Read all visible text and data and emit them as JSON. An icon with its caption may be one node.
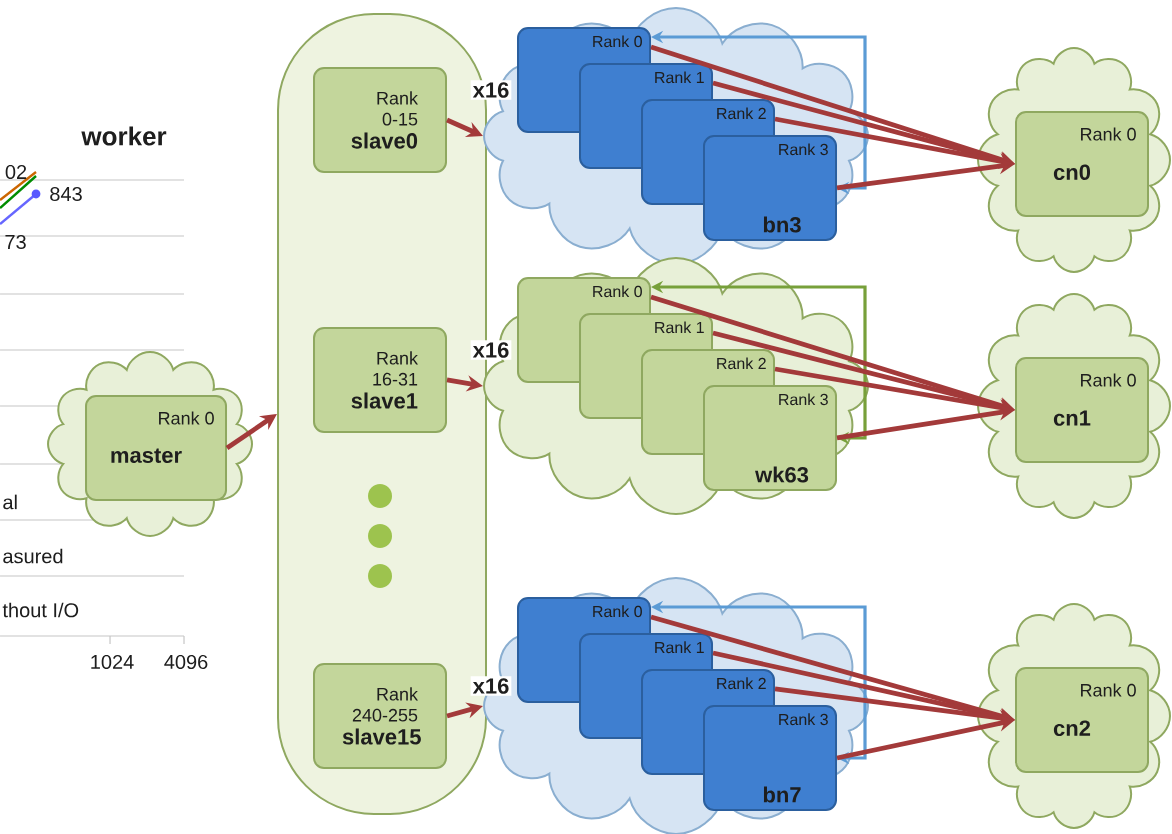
{
  "diagram": {
    "nodes": [
      {
        "text": [],
        "shape": "cloud"
      },
      {
        "text": [
          "Rank 0",
          "master"
        ],
        "in": 0
      },
      {
        "text": [],
        "shape": "oval"
      },
      {
        "text": [
          "Rank 0-15",
          "slave0"
        ],
        "in": 2
      },
      {
        "text": [
          "Rank 16-31",
          "slave1"
        ],
        "in": 2
      },
      {
        "text": [
          "Rank 240-255",
          "slave15"
        ],
        "in": 2
      },
      {
        "text": [],
        "shape": "cloud"
      },
      {
        "text": [
          "Rank 0"
        ],
        "in": 6
      },
      {
        "text": [
          "Rank 1"
        ],
        "in": 6
      },
      {
        "text": [
          "Rank 2"
        ],
        "in": 6
      },
      {
        "text": [
          "Rank 3",
          "bn3"
        ],
        "in": 6
      },
      {
        "text": [],
        "shape": "cloud"
      },
      {
        "text": [
          "Rank 0"
        ],
        "in": 11
      },
      {
        "text": [
          "Rank 1"
        ],
        "in": 11
      },
      {
        "text": [
          "Rank 2"
        ],
        "in": 11
      },
      {
        "text": [
          "Rank 3",
          "wk63"
        ],
        "in": 11
      },
      {
        "text": [],
        "shape": "cloud"
      },
      {
        "text": [
          "Rank 0"
        ],
        "in": 16
      },
      {
        "text": [
          "Rank 1"
        ],
        "in": 16
      },
      {
        "text": [
          "Rank 2"
        ],
        "in": 16
      },
      {
        "text": [
          "Rank 3",
          "bn7"
        ],
        "in": 16
      },
      {
        "text": [],
        "shape": "cloud"
      },
      {
        "text": [
          "Rank 0",
          "cn0"
        ],
        "in": 21
      },
      {
        "text": [],
        "shape": "cloud"
      },
      {
        "text": [
          "Rank 0",
          "cn1"
        ],
        "in": 23
      },
      {
        "text": [],
        "shape": "cloud"
      },
      {
        "text": [
          "Rank 0",
          "cn2"
        ],
        "in": 25
      }
    ],
    "edges": [
      {
        "from": 1,
        "to": 2,
        "arrow": "to"
      },
      {
        "from": 3,
        "to": 6,
        "arrow": "to",
        "label": "x16"
      },
      {
        "from": 4,
        "to": 11,
        "arrow": "to",
        "label": "x16"
      },
      {
        "from": 5,
        "to": 16,
        "arrow": "to",
        "label": "x16"
      },
      {
        "from": 10,
        "to": 7,
        "arrow": "both",
        "color": "#5b9bd5"
      },
      {
        "from": 15,
        "to": 12,
        "arrow": "both",
        "color": "#77a03a"
      },
      {
        "from": 20,
        "to": 17,
        "arrow": "both",
        "color": "#5b9bd5"
      },
      {
        "from": 7,
        "to": 22,
        "arrow": "to"
      },
      {
        "from": 8,
        "to": 22,
        "arrow": "to"
      },
      {
        "from": 9,
        "to": 22,
        "arrow": "to"
      },
      {
        "from": 10,
        "to": 22,
        "arrow": "to"
      },
      {
        "from": 12,
        "to": 24,
        "arrow": "to"
      },
      {
        "from": 13,
        "to": 24,
        "arrow": "to"
      },
      {
        "from": 14,
        "to": 24,
        "arrow": "to"
      },
      {
        "from": 15,
        "to": 24,
        "arrow": "to"
      },
      {
        "from": 17,
        "to": 26,
        "arrow": "to"
      },
      {
        "from": 18,
        "to": 26,
        "arrow": "to"
      },
      {
        "from": 19,
        "to": 26,
        "arrow": "to"
      },
      {
        "from": 20,
        "to": 26,
        "arrow": "to"
      }
    ],
    "labels": [
      "worker",
      "02",
      "843",
      "73",
      "al",
      "asured",
      "thout I/O",
      "1024",
      "4096"
    ]
  }
}
